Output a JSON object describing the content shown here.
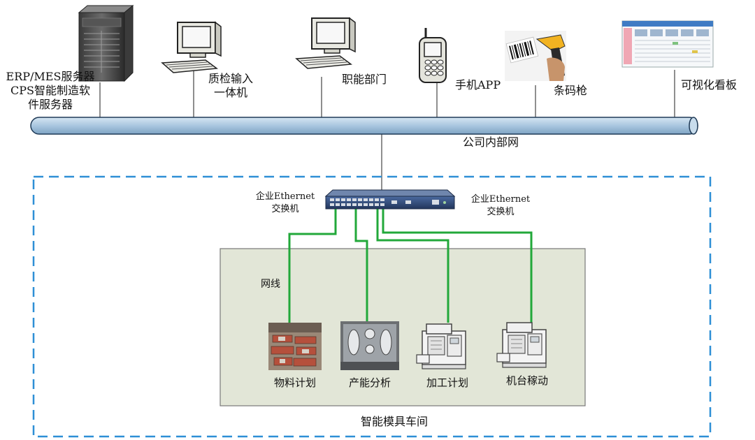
{
  "devices": {
    "server": {
      "label_lines": [
        "ERP/MES服务器",
        "CPS智能制造软",
        "件服务器"
      ],
      "icon": "server-tower-icon"
    },
    "qc_terminal": {
      "label_lines": [
        "质检输入",
        "一体机"
      ],
      "icon": "desktop-computer-icon"
    },
    "departments": {
      "label": "职能部门",
      "icon": "desktop-computer-icon"
    },
    "mobile_app": {
      "label": "手机APP",
      "icon": "mobile-phone-icon"
    },
    "barcode_gun": {
      "label": "条码枪",
      "icon": "barcode-scanner-icon"
    },
    "dashboard": {
      "label": "可视化看板",
      "icon": "dashboard-screen-icon"
    }
  },
  "network": {
    "bus_label": "公司内部网",
    "switch_label_left": [
      "企业Ethernet",
      "交换机"
    ],
    "switch_label_right": [
      "企业Ethernet",
      "交换机"
    ],
    "cable_label": "网线"
  },
  "workshop": {
    "title": "智能模具车间",
    "stations": [
      {
        "label": "物料计划",
        "icon": "material-stack-icon"
      },
      {
        "label": "产能分析",
        "icon": "mold-icon"
      },
      {
        "label": "加工计划",
        "icon": "cnc-machine-icon"
      },
      {
        "label": "机台稼动",
        "icon": "cnc-machine-icon"
      }
    ]
  },
  "colors": {
    "bus_fill": "#a9c6df",
    "cable": "#22a83a",
    "dashed_border": "#2e8fd6",
    "workshop_fill": "#e2e6d7"
  }
}
